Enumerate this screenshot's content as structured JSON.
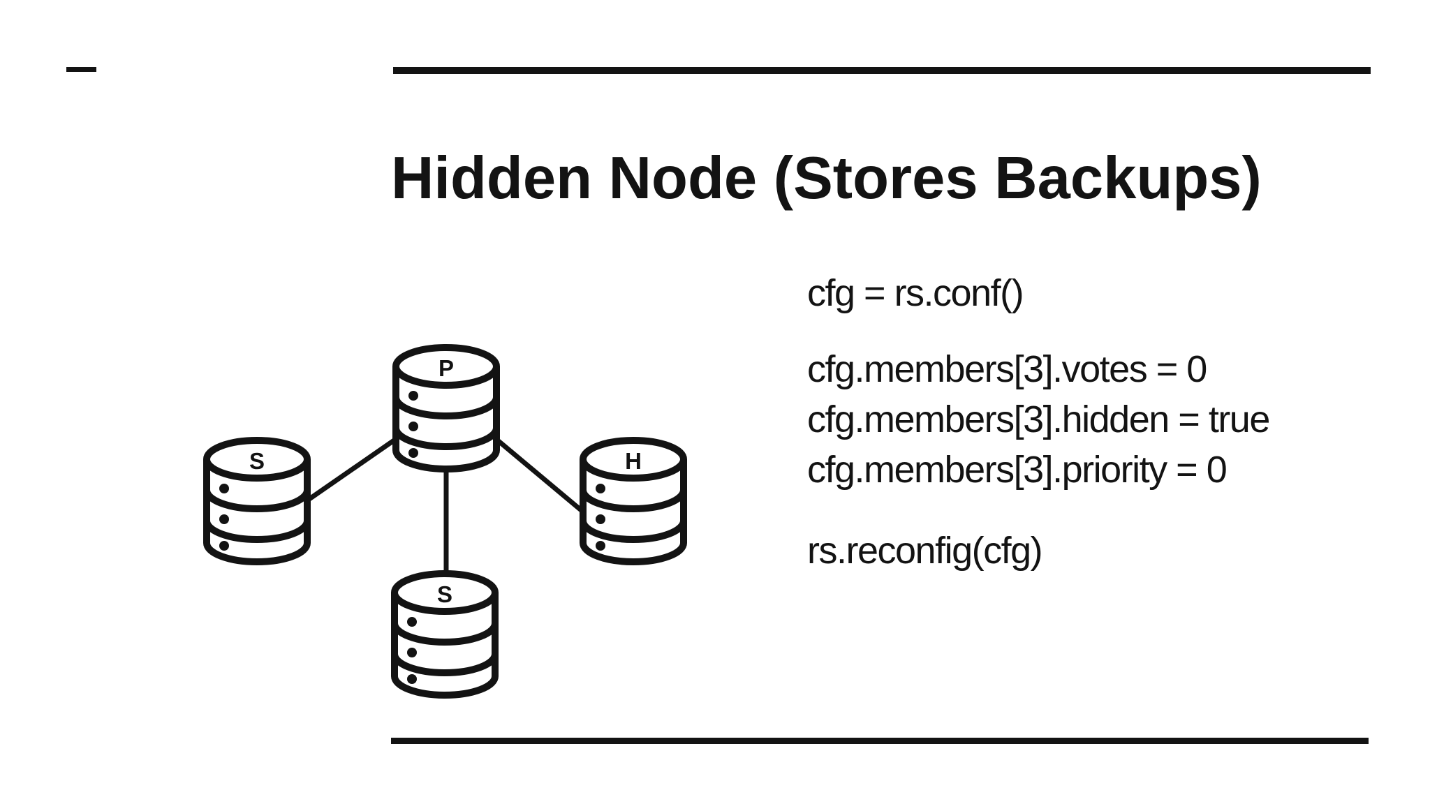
{
  "slide": {
    "title": "Hidden Node (Stores Backups)",
    "background_color": "#ffffff",
    "ink_color": "#131313"
  },
  "diagram": {
    "name": "replica-set-topology",
    "nodes": [
      {
        "label": "P",
        "role": "primary-top"
      },
      {
        "label": "S",
        "role": "secondary-left"
      },
      {
        "label": "H",
        "role": "hidden-right"
      },
      {
        "label": "S",
        "role": "secondary-bottom"
      }
    ],
    "edges": [
      {
        "from": "P",
        "to": "S-left"
      },
      {
        "from": "P",
        "to": "H-right"
      },
      {
        "from": "P",
        "to": "S-bottom"
      }
    ]
  },
  "code": {
    "lines": [
      "cfg = rs.conf()",
      "cfg.members[3].votes = 0",
      "cfg.members[3].hidden = true",
      "cfg.members[3].priority = 0",
      "rs.reconfig(cfg)"
    ]
  }
}
